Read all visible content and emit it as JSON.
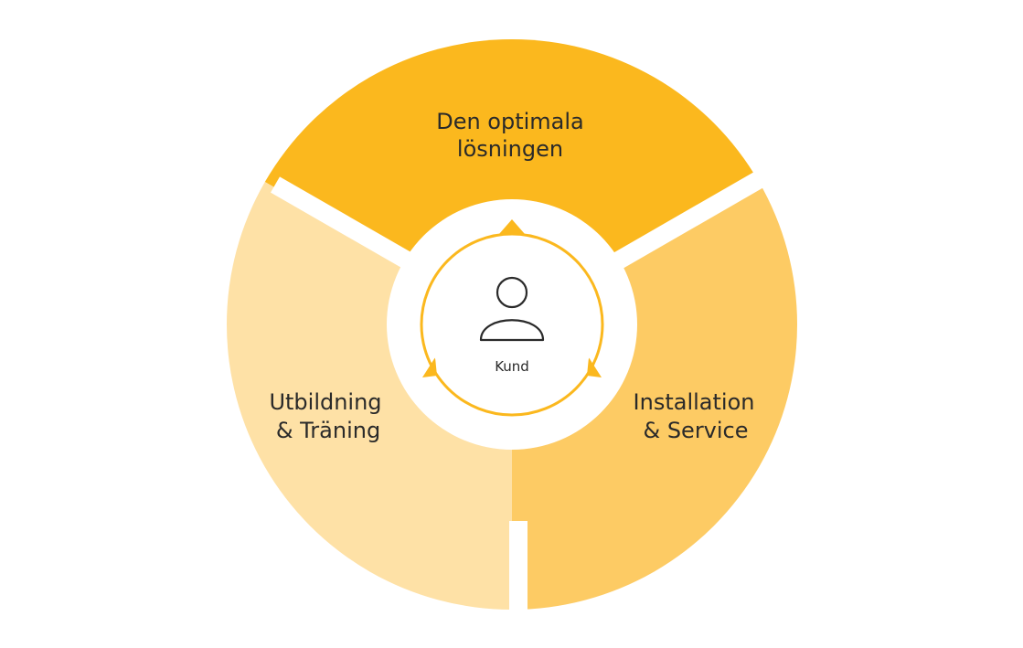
{
  "segments": [
    {
      "id": "top",
      "line1": "Den optimala",
      "line2": "lösningen",
      "color": "#FBB81E"
    },
    {
      "id": "right",
      "line1": "Installation",
      "line2": "& Service",
      "color": "#FDCB64"
    },
    {
      "id": "left",
      "line1": "Utbildning",
      "line2": "& Träning",
      "color": "#FEE1A6"
    }
  ],
  "center": {
    "label": "Kund",
    "icon": "person-icon",
    "ring_color": "#FBB81E"
  }
}
